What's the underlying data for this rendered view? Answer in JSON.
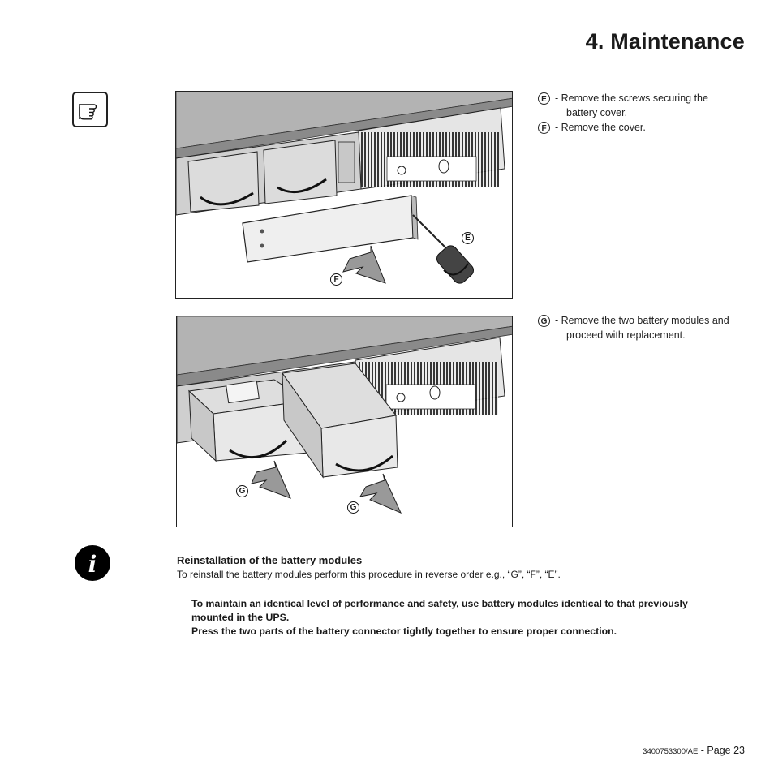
{
  "page": {
    "title": "4. Maintenance",
    "footer_code": "3400753300/AE",
    "footer_page": " - Page 23"
  },
  "icons": {
    "hand": "pointing-hand-icon",
    "info": "info-icon"
  },
  "steps": [
    {
      "letter": "E",
      "text_line1": "- Remove the screws securing the",
      "text_line2": "battery cover."
    },
    {
      "letter": "F",
      "text_line1": "- Remove the cover."
    },
    {
      "letter": "G",
      "text_line1": "- Remove the two battery modules and",
      "text_line2": "proceed with replacement."
    }
  ],
  "figure1": {
    "callouts": [
      "E",
      "F"
    ]
  },
  "figure2": {
    "callouts": [
      "G",
      "G"
    ]
  },
  "reinstall": {
    "heading": "Reinstallation of the battery modules",
    "body": "To reinstall the battery modules perform this procedure in reverse order e.g., “G”, “F”, “E”.",
    "warning_line1": "To maintain an identical level of performance and safety, use battery modules identical to that previously",
    "warning_line2": "mounted in the UPS.",
    "warning_line3": "Press the two parts of the battery connector tightly together to ensure proper connection."
  }
}
